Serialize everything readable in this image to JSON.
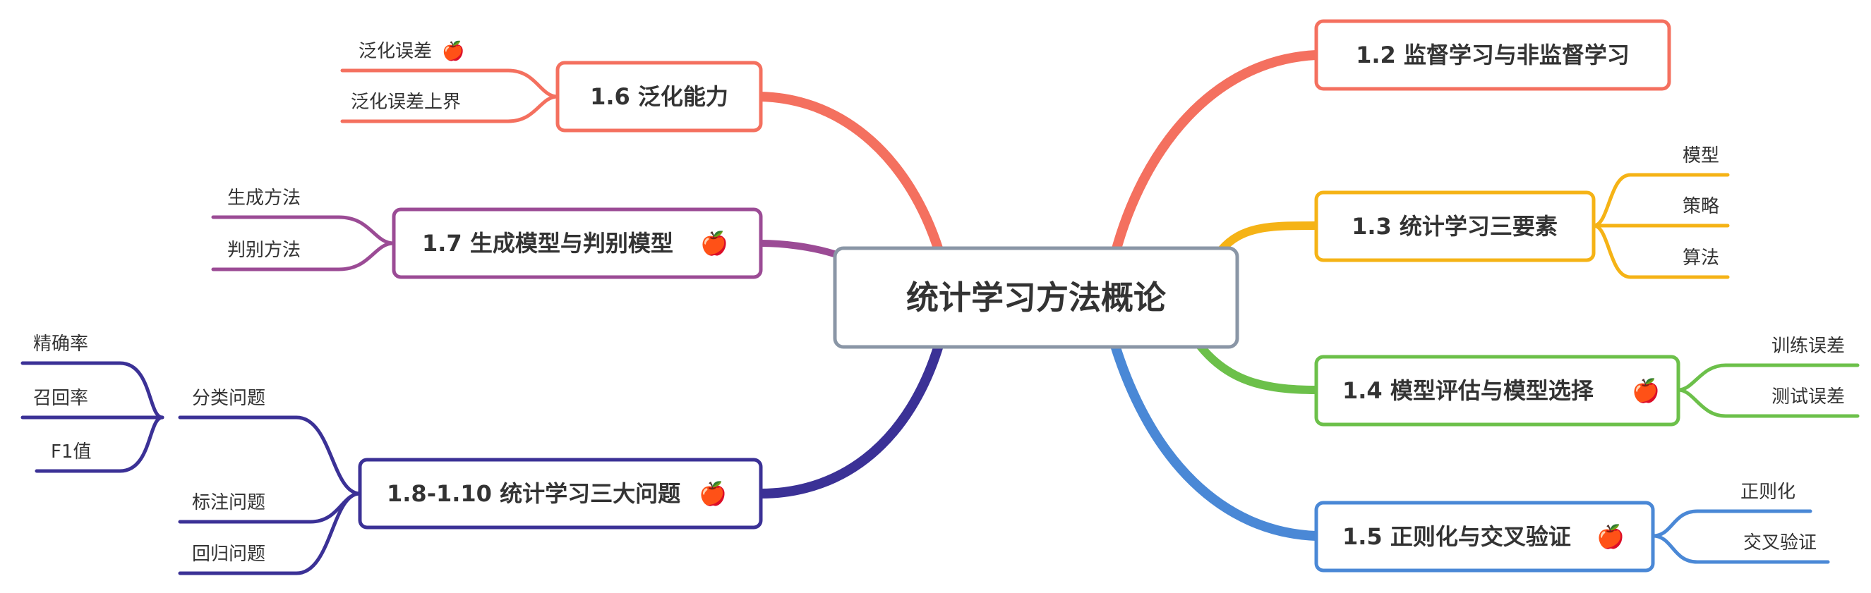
{
  "root": {
    "label": "统计学习方法概论",
    "border_color": "#8a96a6"
  },
  "colors": {
    "n12": "#f4705f",
    "n13": "#f5b316",
    "n14": "#6cc04a",
    "n15": "#4a88d6",
    "n16": "#f4705f",
    "n17": "#9b4b95",
    "n18": "#3b3196"
  },
  "branches": {
    "n12": {
      "label": "1.2 监督学习与非监督学习"
    },
    "n13": {
      "label": "1.3 统计学习三要素",
      "leaves": [
        "模型",
        "策略",
        "算法"
      ]
    },
    "n14": {
      "label": "1.4 模型评估与模型选择",
      "apple": "🍎",
      "leaves": [
        "训练误差",
        "测试误差"
      ]
    },
    "n15": {
      "label": "1.5 正则化与交叉验证",
      "apple": "🍎",
      "leaves": [
        "正则化",
        "交叉验证"
      ]
    },
    "n16": {
      "label": "1.6 泛化能力",
      "leaves": [
        "泛化误差",
        "泛化误差上界"
      ],
      "leaf_apple": "🍎"
    },
    "n17": {
      "label": "1.7 生成模型与判别模型",
      "apple": "🍎",
      "leaves": [
        "生成方法",
        "判别方法"
      ]
    },
    "n18": {
      "label": "1.8-1.10 统计学习三大问题",
      "apple": "🍎",
      "leaves": [
        "分类问题",
        "标注问题",
        "回归问题"
      ],
      "sub": [
        "精确率",
        "召回率",
        "F1值"
      ]
    }
  },
  "icons": {
    "apple": "apple-icon"
  }
}
